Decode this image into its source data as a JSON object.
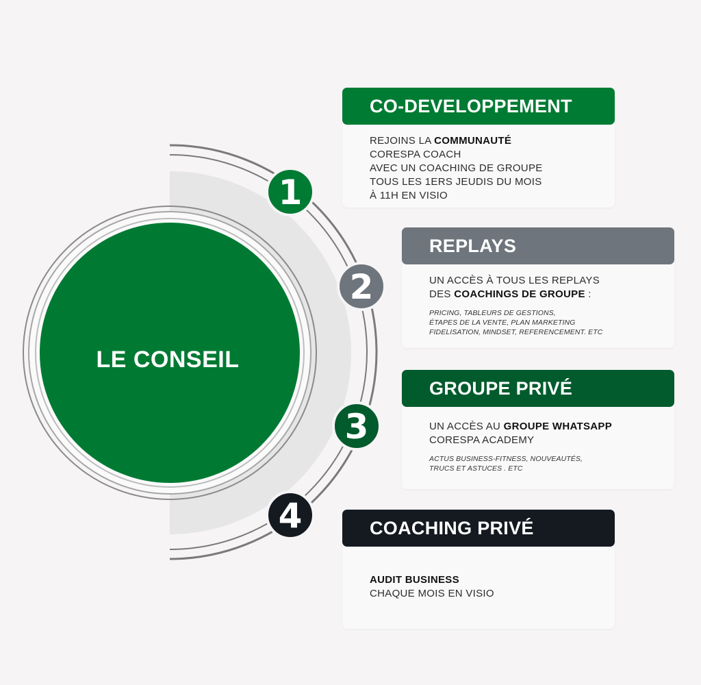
{
  "center": {
    "title": "LE CONSEIL",
    "color": "#007a33"
  },
  "colors": {
    "green": "#007b33",
    "gray": "#6e757c",
    "dark_green": "#015b2c",
    "dark": "#151a21",
    "ring": "#6f6f6f",
    "background": "#f6f4f5"
  },
  "steps": [
    {
      "number": "1",
      "title": "CO-DEVELOPPEMENT",
      "color": "#007b33",
      "lines": [
        {
          "pre": "REJOINS LA ",
          "bold": "COMMUNAUTÉ",
          "post": ""
        },
        {
          "pre": "CORESPA COACH",
          "bold": "",
          "post": ""
        },
        {
          "pre": "AVEC UN COACHING DE GROUPE",
          "bold": "",
          "post": ""
        },
        {
          "pre": "TOUS LES 1ERS JEUDIS DU MOIS",
          "bold": "",
          "post": ""
        },
        {
          "pre": "À 11H EN VISIO",
          "bold": "",
          "post": ""
        }
      ],
      "details": []
    },
    {
      "number": "2",
      "title": "REPLAYS",
      "color": "#6e757c",
      "lines": [
        {
          "pre": "UN ACCÈS À TOUS LES REPLAYS",
          "bold": "",
          "post": ""
        },
        {
          "pre": "DES ",
          "bold": "COACHINGS DE GROUPE",
          "post": " :"
        }
      ],
      "details": [
        "PRICING, TABLEURS DE GESTIONS,",
        "ÉTAPES DE LA VENTE, PLAN MARKETING",
        "FIDELISATION, MINDSET, REFERENCEMENT. ETC"
      ]
    },
    {
      "number": "3",
      "title": "GROUPE PRIVÉ",
      "color": "#015b2c",
      "lines": [
        {
          "pre": "UN ACCÈS AU ",
          "bold": "GROUPE WHATSAPP",
          "post": ""
        },
        {
          "pre": "CORESPA ACADEMY",
          "bold": "",
          "post": ""
        }
      ],
      "details": [
        "ACTUS BUSINESS-FITNESS, NOUVEAUTÉS,",
        "TRUCS ET ASTUCES . ETC"
      ]
    },
    {
      "number": "4",
      "title": "COACHING PRIVÉ",
      "color": "#151a21",
      "lines": [
        {
          "pre": "",
          "bold": "AUDIT BUSINESS",
          "post": ""
        },
        {
          "pre": "CHAQUE MOIS EN VISIO",
          "bold": "",
          "post": ""
        }
      ],
      "details": []
    }
  ]
}
